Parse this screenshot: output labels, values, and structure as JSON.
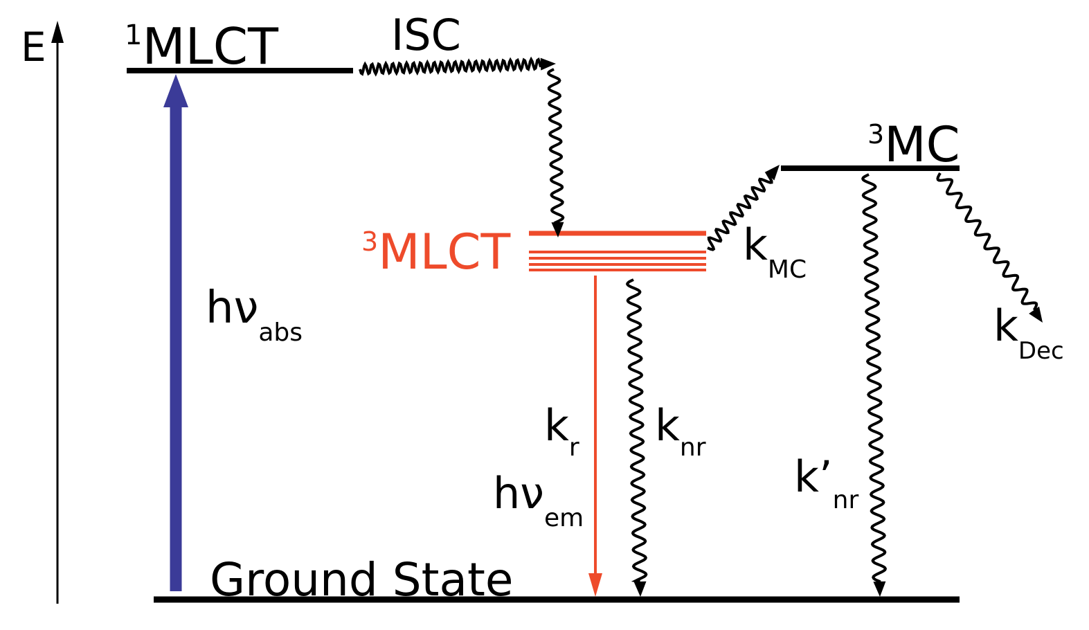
{
  "axis": {
    "label": "E"
  },
  "levels": {
    "singlet_mlct": {
      "sup": "1",
      "name": "MLCT"
    },
    "triplet_mlct": {
      "sup": "3",
      "name": "MLCT"
    },
    "triplet_mc": {
      "sup": "3",
      "name": "MC"
    },
    "ground": {
      "name": "Ground State"
    }
  },
  "transitions": {
    "isc": "ISC",
    "absorption": {
      "main": "hν",
      "sub": "abs"
    },
    "kr": {
      "main": "k",
      "sub": "r"
    },
    "emission": {
      "main": "hν",
      "sub": "em"
    },
    "knr": {
      "main": "k",
      "sub": "nr"
    },
    "kmc": {
      "main": "k",
      "sub": "MC"
    },
    "knr_prime": {
      "main": "k’",
      "sub": "nr"
    },
    "kdec": {
      "main": "k",
      "sub": "Dec"
    }
  },
  "colors": {
    "black": "#000000",
    "triplet_mlct": "#ee4b2b",
    "absorption": "#3b3b98"
  }
}
